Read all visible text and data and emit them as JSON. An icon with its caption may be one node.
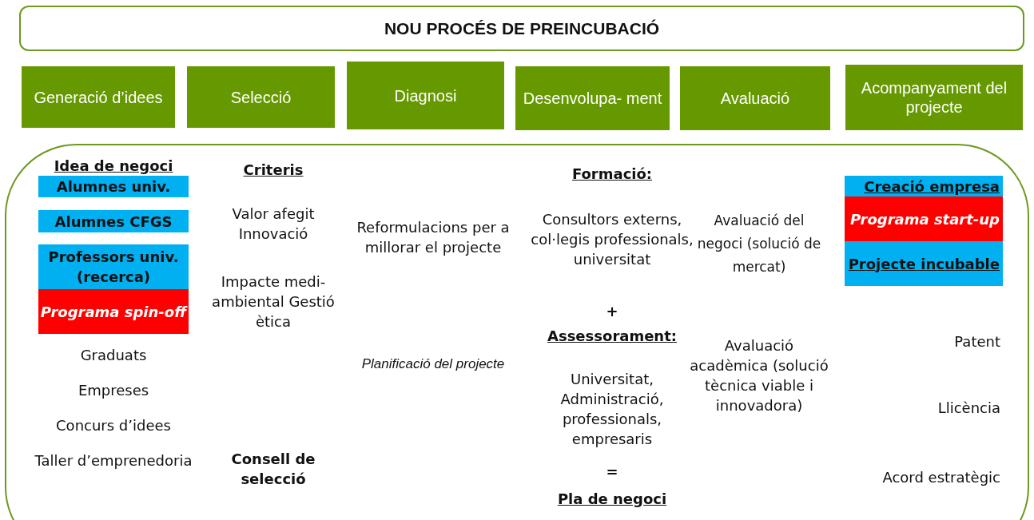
{
  "diagram": {
    "nodes": [
      {
        "text": [
          "NOU PROCÉS DE PREINCUBACIÓ"
        ]
      },
      {
        "text": [
          "Generació d’idees"
        ]
      },
      {
        "text": [
          "Selecció"
        ]
      },
      {
        "text": [
          "Diagnosi"
        ]
      },
      {
        "text": [
          "Desenvolupa- ment"
        ]
      },
      {
        "text": [
          "Avaluació"
        ]
      },
      {
        "text": [
          "Acompanyament del projecte"
        ]
      },
      {
        "text": [
          "Alumnes univ."
        ]
      },
      {
        "text": [
          "Alumnes CFGS"
        ]
      },
      {
        "text": [
          "Professors univ. (recerca)"
        ]
      },
      {
        "text": [
          "Programa spin-off"
        ]
      },
      {
        "text": [
          "Creació empresa"
        ]
      },
      {
        "text": [
          "Programa start-up"
        ]
      },
      {
        "text": [
          "Projecte incubable"
        ]
      }
    ],
    "labels": [
      "Idea de negoci",
      "Graduats",
      "Empreses",
      "Concurs d’idees",
      "Taller d’emprenedoria",
      "Criteris",
      "Valor afegit Innovació",
      "Impacte medi-ambiental Gestió ètica",
      "Consell de selecció",
      "Reformulacions per a millorar el projecte",
      "Planificació del projecte",
      "Formació:",
      "Consultors externs, col·legis professionals, universitat",
      "+",
      "Assessorament:",
      "Universitat, Administració, professionals, empresaris",
      "=",
      "Pla de negoci",
      "Avaluació del negoci (solució de mercat)",
      "Avaluació acadèmica (solució tècnica viable i innovadora)",
      "Patent",
      "Llicència",
      "Acord estratègic"
    ]
  }
}
